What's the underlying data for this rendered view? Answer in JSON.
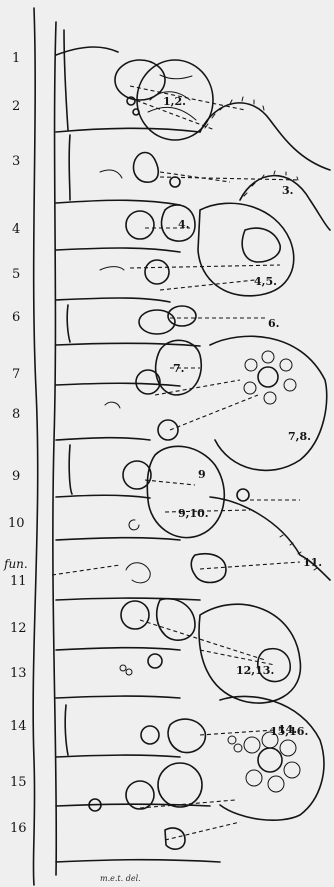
{
  "left_numbers": [
    "1",
    "2",
    "3",
    "4",
    "5",
    "6",
    "7",
    "8",
    "9",
    "10",
    "fun.",
    "11",
    "12",
    "13",
    "14",
    "15",
    "16"
  ],
  "inner_labels": [
    "1,2.",
    "3.",
    "4.",
    "4,5.",
    "6.",
    "7.",
    "7,8.",
    "9",
    "9,10.",
    "11.",
    "12,13.",
    "14.",
    "15,16."
  ],
  "signature": "m.e.t. del."
}
